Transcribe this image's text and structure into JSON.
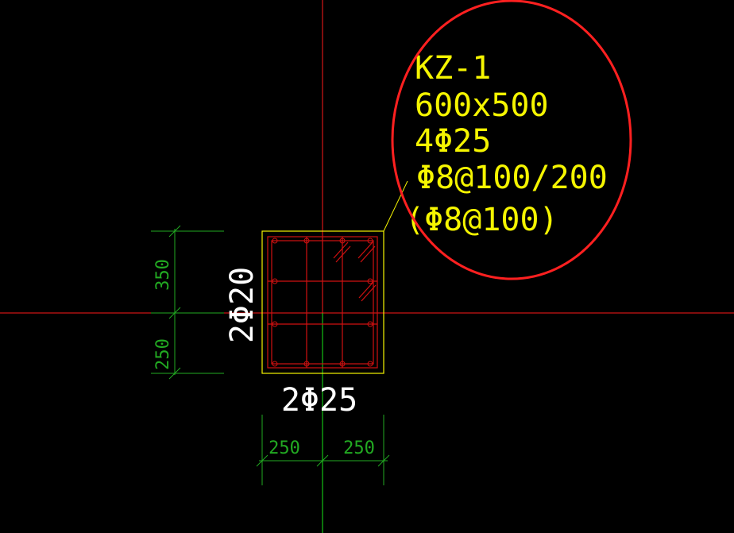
{
  "colors": {
    "background": "#000000",
    "axis_horizontal": "#ff1a1a",
    "axis_vertical_top": "#ff1a1a",
    "axis_vertical_bottom": "#19e619",
    "outline": "#f5f500",
    "rebar": "#d01010",
    "dimension": "#22aa22",
    "leader": "#f5f500",
    "note": "#f5f500",
    "label": "#ffffff",
    "highlight_circle": "#ff2020"
  },
  "column": {
    "id": "KZ-1",
    "size": "600x500",
    "corner_bars": "4Φ25",
    "stirrups": "Φ8@100/200",
    "stirrups_core": "(Φ8@100)",
    "side_bars": "2Φ20",
    "bottom_bars": "2Φ25"
  },
  "dimensions": {
    "left_upper": "350",
    "left_lower": "250",
    "bottom_left": "250",
    "bottom_right": "250"
  }
}
